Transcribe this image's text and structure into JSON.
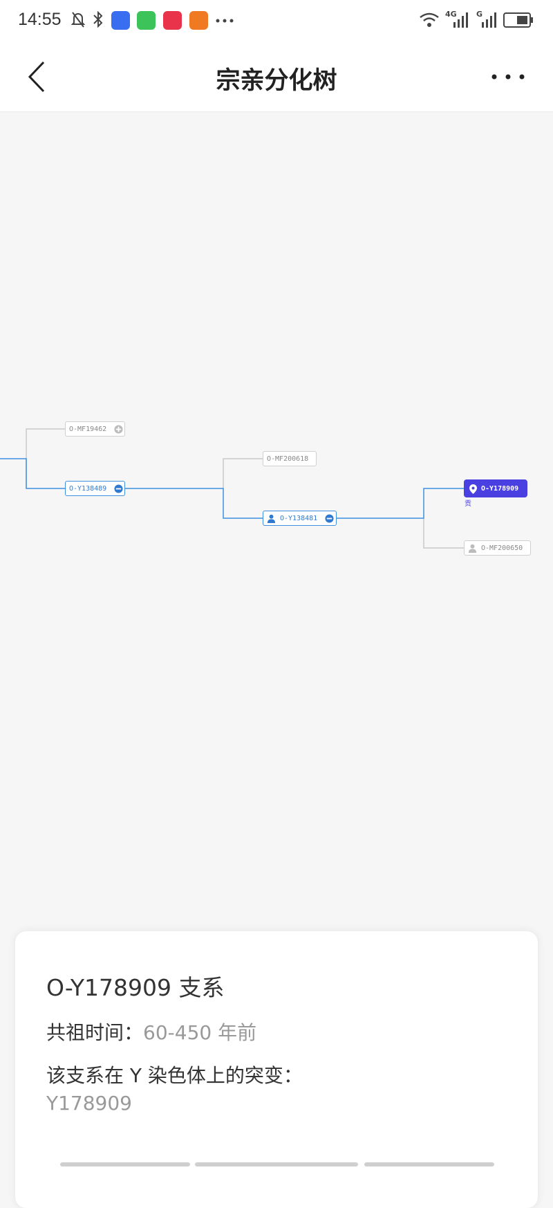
{
  "status_bar": {
    "time": "14:55",
    "icons": [
      "bell-off-icon",
      "bluetooth-icon",
      "browser-app-icon",
      "chat-app-icon",
      "camera-app-icon",
      "uc-browser-app-icon",
      "more-dots-icon",
      "wifi-icon",
      "4g-signal-icon",
      "g-signal-icon",
      "battery-icon"
    ],
    "signal_labels": {
      "first": "4G",
      "second": "G"
    }
  },
  "navbar": {
    "title": "宗亲分化树",
    "back_icon": "chevron-left-icon",
    "more_icon": "more-dots-icon"
  },
  "tree": {
    "nodes": [
      {
        "id": "n1",
        "label": "O-MF19462",
        "state": "collapsed",
        "action_icon": "plus-circle-icon"
      },
      {
        "id": "n2",
        "label": "O-Y138489",
        "state": "expanded",
        "action_icon": "minus-circle-icon"
      },
      {
        "id": "n3",
        "label": "O-MF200618",
        "state": "leaf"
      },
      {
        "id": "n4",
        "label": "O-Y138481",
        "state": "expanded",
        "lead_icon": "person-icon",
        "action_icon": "minus-circle-icon"
      },
      {
        "id": "n5",
        "label": "O-Y178909",
        "state": "selected",
        "lead_icon": "location-pin-icon",
        "sublabel": "贡"
      },
      {
        "id": "n6",
        "label": "O-MF200650",
        "state": "leaf",
        "lead_icon": "person-icon"
      }
    ],
    "colors": {
      "active_line": "#3d8fe0",
      "inactive_line": "#c8c8c8",
      "selected": "#4a3fe0"
    }
  },
  "card": {
    "title": "O-Y178909 支系",
    "common_ancestor_label": "共祖时间：",
    "common_ancestor_value": "60-450 年前",
    "mutation_label": "该支系在 Y 染色体上的突变：",
    "mutation_value": "Y178909"
  }
}
